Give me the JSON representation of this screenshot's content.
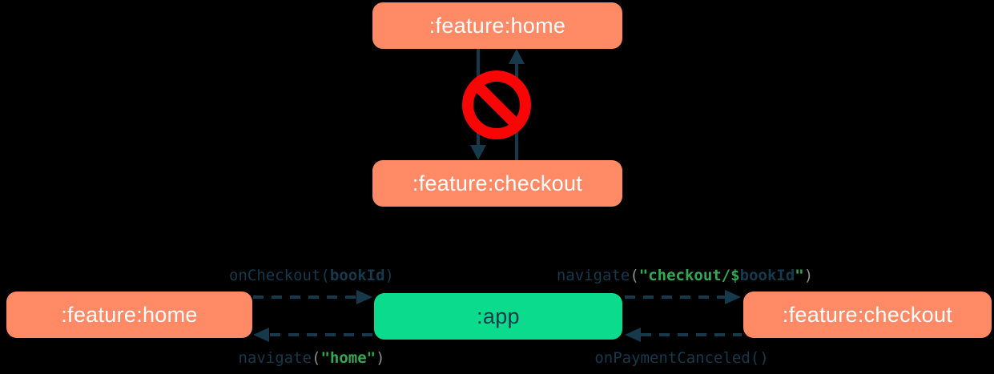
{
  "colors": {
    "background": "#000000",
    "feature_box": "#FF8A65",
    "app_box": "#0ADB8C",
    "box_text_light": "#FFFFFF",
    "navy": "#16394B",
    "forbidden_red": "#FA0505",
    "code_string_green": "#34A853",
    "code_paren_gray": "#8C8C8C"
  },
  "top_section": {
    "home_box": {
      "label": ":feature:home"
    },
    "checkout_box": {
      "label": ":feature:checkout"
    },
    "forbidden_icon": "no-entry"
  },
  "bottom_section": {
    "home_box": {
      "label": ":feature:home"
    },
    "app_box": {
      "label": ":app"
    },
    "checkout_box": {
      "label": ":feature:checkout"
    },
    "labels": {
      "on_checkout": {
        "fn": "onCheckout",
        "open": "(",
        "arg": "bookId",
        "close": ")"
      },
      "navigate_home": {
        "fn": "navigate",
        "open": "(",
        "string": "\"home\"",
        "close": ")"
      },
      "navigate_checkout": {
        "fn": "navigate",
        "open": "(",
        "string_start": "\"checkout/$",
        "var": "bookId",
        "string_end": "\"",
        "close": ")"
      },
      "on_payment_canceled": {
        "fn": "onPaymentCanceled",
        "parens": "()"
      }
    }
  }
}
